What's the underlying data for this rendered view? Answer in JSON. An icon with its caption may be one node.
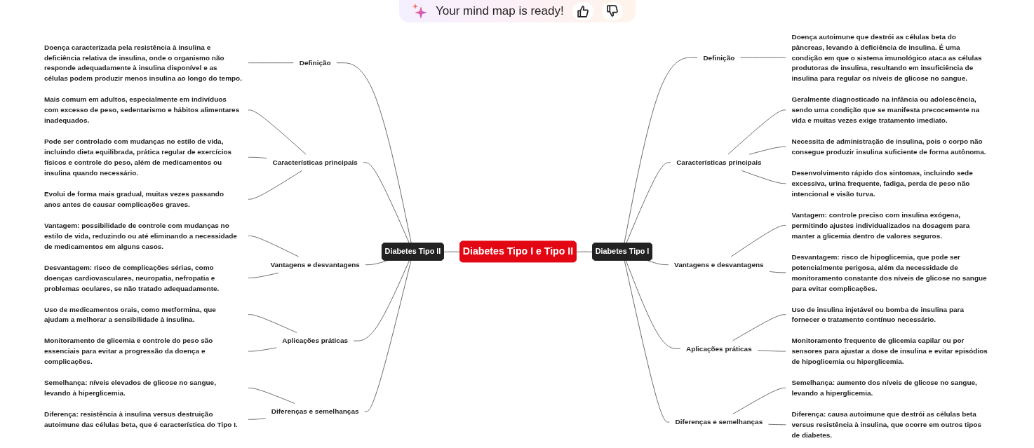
{
  "diagram": {
    "nodes": [
      {
        "text": [
          "Diabetes Tipo I e Tipo II"
        ]
      },
      {
        "text": [
          "Diabetes Tipo I"
        ]
      },
      {
        "text": [
          "Definição"
        ]
      },
      {
        "text": [
          "Doença autoimune que destrói as células beta do pâncreas, levando à deficiência de insulina. É uma condição em que o sistema imunológico ataca as células produtoras de insulina, resultando em insuficiência de insulina para regular os níveis de glicose no sangue."
        ]
      },
      {
        "text": [
          "Características principais"
        ]
      },
      {
        "text": [
          "Geralmente diagnosticado na infância ou adolescência, sendo uma condição que se manifesta precocemente na vida e muitas vezes exige tratamento imediato."
        ]
      },
      {
        "text": [
          "Necessita de administração de insulina, pois o corpo não consegue produzir insulina suficiente de forma autônoma."
        ]
      },
      {
        "text": [
          "Desenvolvimento rápido dos sintomas, incluindo sede excessiva, urina frequente, fadiga, perda de peso não intencional e visão turva."
        ]
      },
      {
        "text": [
          "Vantagens e desvantagens"
        ]
      },
      {
        "text": [
          "Vantagem: controle preciso com insulina exógena, permitindo ajustes individualizados na dosagem para manter a glicemia dentro de valores seguros."
        ]
      },
      {
        "text": [
          "Desvantagem: risco de hipoglicemia, que pode ser potencialmente perigosa, além da necessidade de monitoramento constante dos níveis de glicose no sangue para evitar complicações."
        ]
      },
      {
        "text": [
          "Aplicações práticas"
        ]
      },
      {
        "text": [
          "Uso de insulina injetável ou bomba de insulina para fornecer o tratamento contínuo necessário."
        ]
      },
      {
        "text": [
          "Monitoramento frequente de glicemia capilar ou por sensores para ajustar a dose de insulina e evitar episódios de hipoglicemia ou hiperglicemia."
        ]
      },
      {
        "text": [
          "Diferenças e semelhanças"
        ]
      },
      {
        "text": [
          "Semelhança: aumento dos níveis de glicose no sangue, levando a hiperglicemia."
        ]
      },
      {
        "text": [
          "Diferença: causa autoimune que destrói as células beta versus resistência à insulina, que ocorre em outros tipos de diabetes."
        ]
      },
      {
        "text": [
          "Diabetes Tipo II"
        ]
      },
      {
        "text": [
          "Definição"
        ]
      },
      {
        "text": [
          "Doença caracterizada pela resistência à insulina e deficiência relativa de insulina, onde o organismo não responde adequadamente à insulina disponível e as células podem produzir menos insulina ao longo do tempo."
        ]
      },
      {
        "text": [
          "Características principais"
        ]
      },
      {
        "text": [
          "Mais comum em adultos, especialmente em indivíduos com excesso de peso, sedentarismo e hábitos alimentares inadequados."
        ]
      },
      {
        "text": [
          "Pode ser controlado com mudanças no estilo de vida, incluindo dieta equilibrada, prática regular de exercícios físicos e controle do peso, além de medicamentos ou insulina quando necessário."
        ]
      },
      {
        "text": [
          "Evolui de forma mais gradual, muitas vezes passando anos antes de causar complicações graves."
        ]
      },
      {
        "text": [
          "Vantagens e desvantagens"
        ]
      },
      {
        "text": [
          "Vantagem: possibilidade de controle com mudanças no estilo de vida, reduzindo ou até eliminando a necessidade de medicamentos em alguns casos."
        ]
      },
      {
        "text": [
          "Desvantagem: risco de complicações sérias, como doenças cardiovasculares, neuropatia, nefropatia e problemas oculares, se não tratado adequadamente."
        ]
      },
      {
        "text": [
          "Aplicações práticas"
        ]
      },
      {
        "text": [
          "Uso de medicamentos orais, como metformina, que ajudam a melhorar a sensibilidade à insulina."
        ]
      },
      {
        "text": [
          "Monitoramento de glicemia e controle do peso são essenciais para evitar a progressão da doença e complicações."
        ]
      },
      {
        "text": [
          "Diferenças e semelhanças"
        ]
      },
      {
        "text": [
          "Semelhança: níveis elevados de glicose no sangue, levando à hiperglicemia."
        ]
      },
      {
        "text": [
          "Diferença: resistência à insulina versus destruição autoimune das células beta, que é característica do Tipo I."
        ]
      }
    ],
    "edges": [
      {
        "from": 0,
        "to": 1,
        "arrow": "none"
      },
      {
        "from": 1,
        "to": 2,
        "arrow": "none"
      },
      {
        "from": 2,
        "to": 3,
        "arrow": "none"
      },
      {
        "from": 1,
        "to": 4,
        "arrow": "none"
      },
      {
        "from": 4,
        "to": 5,
        "arrow": "none"
      },
      {
        "from": 4,
        "to": 6,
        "arrow": "none"
      },
      {
        "from": 4,
        "to": 7,
        "arrow": "none"
      },
      {
        "from": 1,
        "to": 8,
        "arrow": "none"
      },
      {
        "from": 8,
        "to": 9,
        "arrow": "none"
      },
      {
        "from": 8,
        "to": 10,
        "arrow": "none"
      },
      {
        "from": 1,
        "to": 11,
        "arrow": "none"
      },
      {
        "from": 11,
        "to": 12,
        "arrow": "none"
      },
      {
        "from": 11,
        "to": 13,
        "arrow": "none"
      },
      {
        "from": 1,
        "to": 14,
        "arrow": "none"
      },
      {
        "from": 14,
        "to": 15,
        "arrow": "none"
      },
      {
        "from": 14,
        "to": 16,
        "arrow": "none"
      },
      {
        "from": 17,
        "to": 0,
        "arrow": "none"
      },
      {
        "from": 18,
        "to": 17,
        "arrow": "none"
      },
      {
        "from": 19,
        "to": 18,
        "arrow": "none"
      },
      {
        "from": 20,
        "to": 17,
        "arrow": "none"
      },
      {
        "from": 21,
        "to": 20,
        "arrow": "none"
      },
      {
        "from": 22,
        "to": 20,
        "arrow": "none"
      },
      {
        "from": 23,
        "to": 20,
        "arrow": "none"
      },
      {
        "from": 24,
        "to": 17,
        "arrow": "none"
      },
      {
        "from": 25,
        "to": 24,
        "arrow": "none"
      },
      {
        "from": 26,
        "to": 24,
        "arrow": "none"
      },
      {
        "from": 27,
        "to": 17,
        "arrow": "none"
      },
      {
        "from": 28,
        "to": 27,
        "arrow": "none"
      },
      {
        "from": 29,
        "to": 27,
        "arrow": "none"
      },
      {
        "from": 30,
        "to": 17,
        "arrow": "none"
      },
      {
        "from": 31,
        "to": 30,
        "arrow": "none"
      },
      {
        "from": 32,
        "to": 30,
        "arrow": "none"
      }
    ],
    "labels": [
      "Your mind map is ready!"
    ]
  }
}
